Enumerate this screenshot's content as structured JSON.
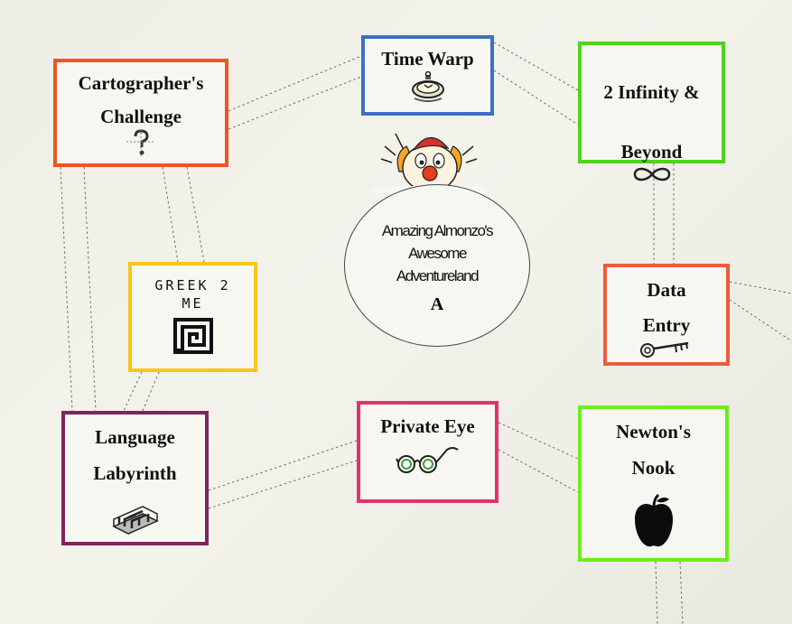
{
  "center": {
    "title": "Amazing Almonzo's Awesome Adventureland",
    "letter": "A"
  },
  "boxes": {
    "time_warp": {
      "label": "Time Warp",
      "color": "#3e6fc6",
      "icon": "pocket-watch-icon"
    },
    "cartographer": {
      "label_line1": "Cartographer's",
      "label_line2": "Challenge",
      "color": "#ef5420",
      "icon": "compass-question-icon"
    },
    "infinity": {
      "label_line1": "2 Infinity &",
      "label_line2": "Beyond",
      "color": "#50d21c",
      "icon": "infinity-icon"
    },
    "greek": {
      "label_line1": "GREEK 2",
      "label_line2": "ME",
      "color": "#f8c61a",
      "icon": "greek-key-icon"
    },
    "data_entry": {
      "label_line1": "Data",
      "label_line2": "Entry",
      "color": "#ee5a3d",
      "icon": "key-icon"
    },
    "language": {
      "label_line1": "Language",
      "label_line2": "Labyrinth",
      "color": "#7f255c",
      "icon": "maze-icon"
    },
    "private_eye": {
      "label": "Private Eye",
      "color": "#e2336e",
      "icon": "eyeglasses-icon"
    },
    "newton": {
      "label_line1": "Newton's",
      "label_line2": "Nook",
      "color": "#6bee1c",
      "icon": "apple-icon"
    }
  },
  "decorations": {
    "mascot": "clown-icon"
  }
}
